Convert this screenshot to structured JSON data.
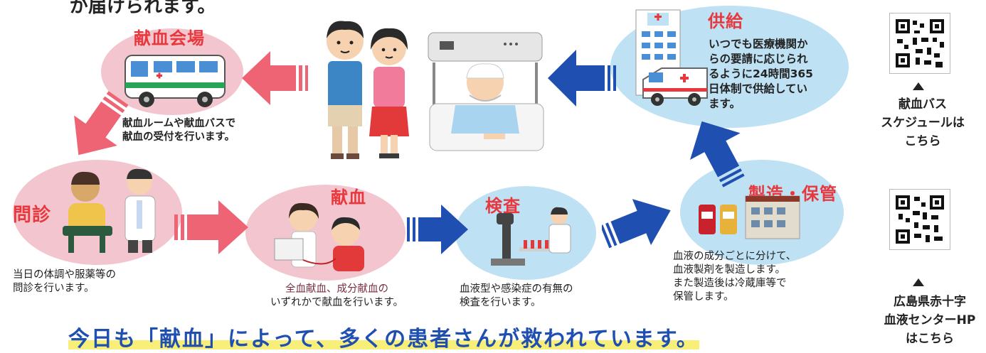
{
  "top_cut": "が届けられます。",
  "steps": {
    "venue": {
      "title": "献血会場",
      "desc_line1": "献血ルームや献血バスで",
      "desc_line2": "献血の受付を行います。"
    },
    "interview": {
      "title": "問診",
      "desc_line1": "当日の体調や服薬等の",
      "desc_line2": "問診を行います。"
    },
    "donation": {
      "title": "献血",
      "desc_line1": "全血献血、成分献血の",
      "desc_line2": "いずれかで献血を行います。"
    },
    "test": {
      "title": "検査",
      "desc_line1": "血液型や感染症の有無の",
      "desc_line2": "検査を行います。"
    },
    "manufacture": {
      "title": "製造・保管",
      "desc_line1": "血液の成分ごとに分けて、",
      "desc_line2": "血液製剤を製造します。",
      "desc_line3": "また製造後は冷蔵庫等で",
      "desc_line4": "保管します。"
    },
    "supply": {
      "title": "供給",
      "desc_line1": "いつでも医療機関か",
      "desc_line2": "らの要請に応じられ",
      "desc_line3": "るように24時間365",
      "desc_line4": "日体制で供給してい",
      "desc_line5": "ます。"
    }
  },
  "banner": "今日も「献血」によって、多くの患者さんが救われています。",
  "sidebar": {
    "qr1_line1": "献血バス",
    "qr1_line2": "スケジュールは",
    "qr1_line3": "こちら",
    "qr2_line1": "広島県赤十字",
    "qr2_line2": "血液センターHP",
    "qr2_line3": "はこちら"
  },
  "colors": {
    "title_red": "#e8383d",
    "pink_blob": "#f3c6cf",
    "blue_blob": "#bfe1f4",
    "pink_arrow": "#ef6475",
    "blue_arrow": "#1f4fb0",
    "banner_text": "#1f4fb0",
    "banner_highlight": "#f7ef78"
  },
  "icons": [
    "bus-icon",
    "ambulance-icon",
    "hospital-icon",
    "patient-bed-icon",
    "doctor-icon",
    "nurse-icon",
    "microscope-icon",
    "blood-bag-icon",
    "factory-icon",
    "qr-code-icon"
  ]
}
